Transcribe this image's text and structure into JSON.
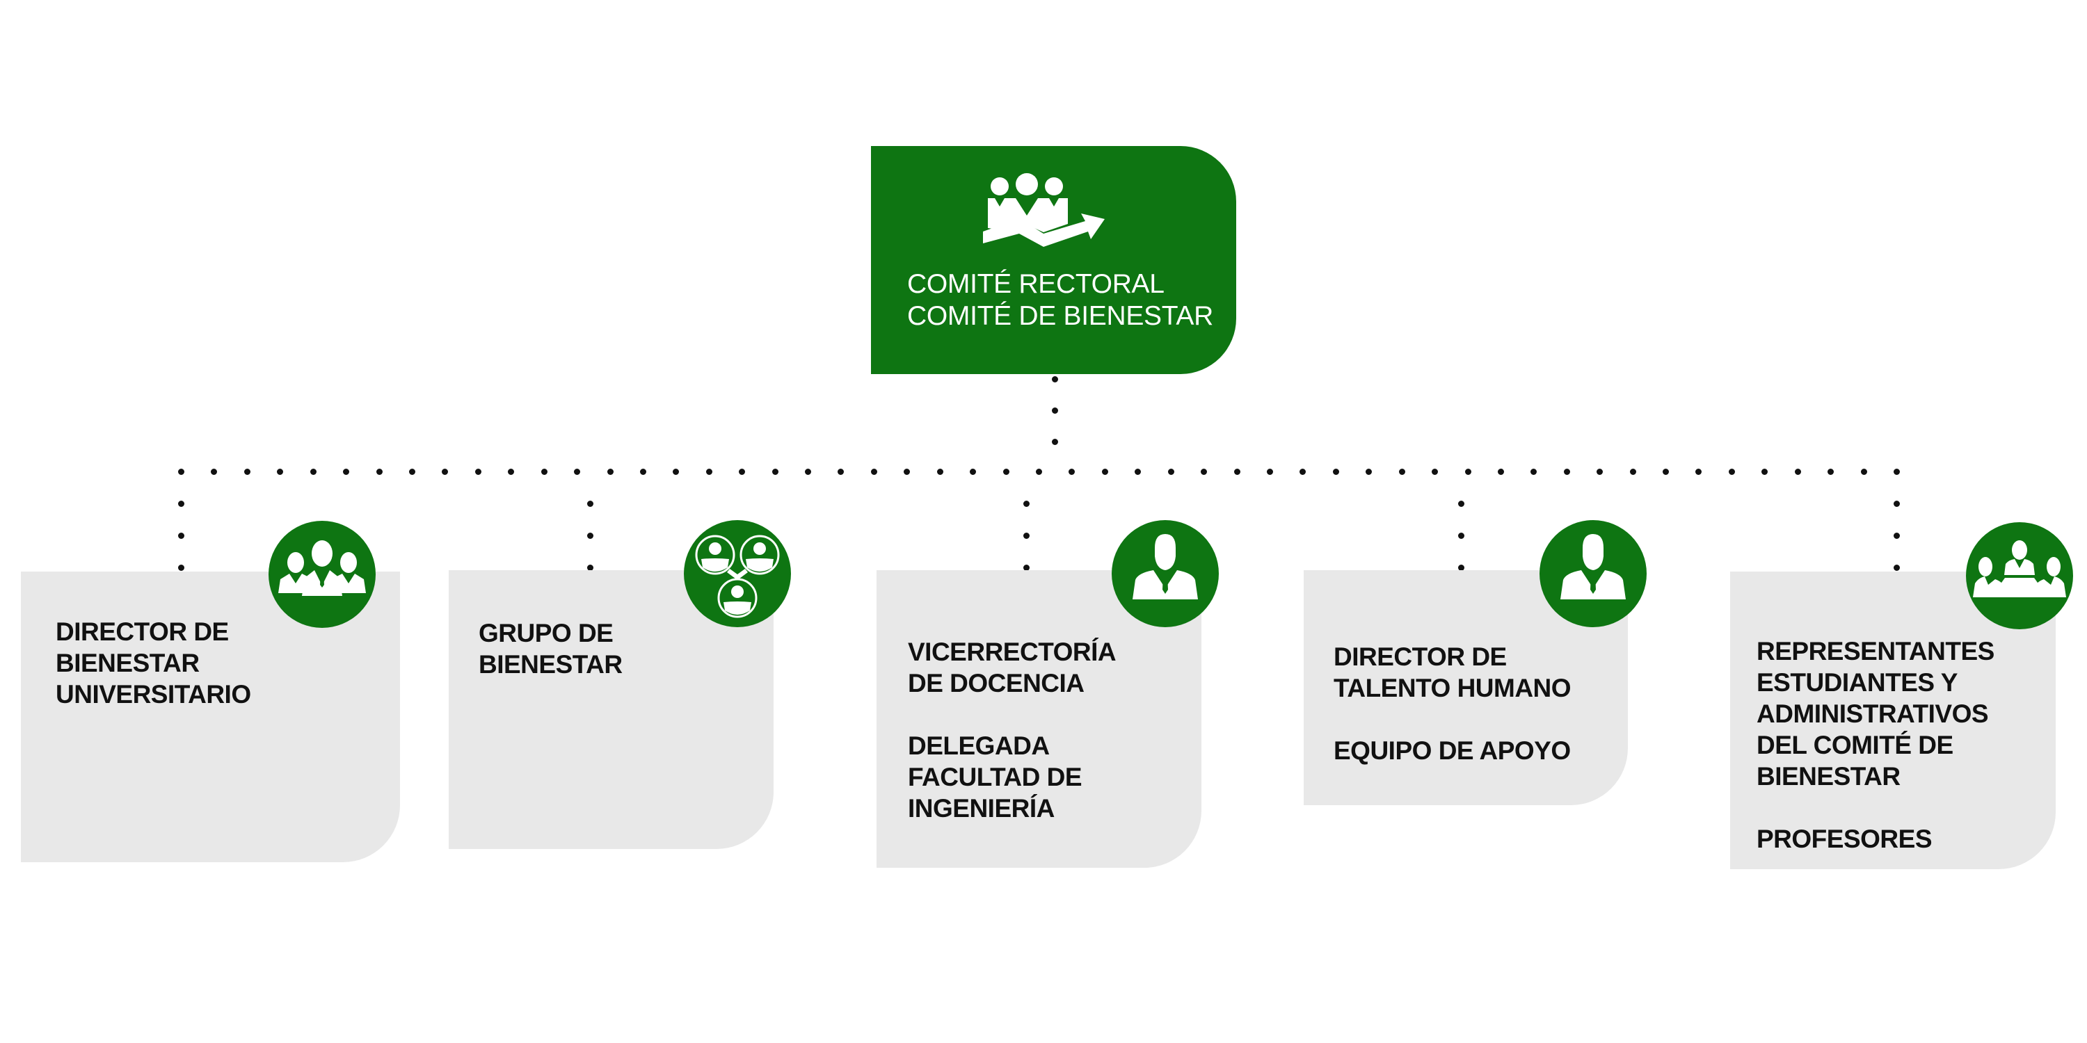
{
  "colors": {
    "brand_green": "#0e7512",
    "card_gray": "#e8e8e8",
    "text_dark": "#111111",
    "connector": "#111111"
  },
  "root": {
    "icon": "team-growth-icon",
    "lines": [
      "COMITÉ RECTORAL",
      "COMITÉ DE BIENESTAR"
    ],
    "text": "COMITÉ RECTORAL\nCOMITÉ DE BIENESTAR"
  },
  "children": [
    {
      "icon": "team-executives-icon",
      "text": "DIRECTOR DE\nBIENESTAR\nUNIVERSITARIO"
    },
    {
      "icon": "network-group-icon",
      "text": "GRUPO DE\nBIENESTAR"
    },
    {
      "icon": "executive-person-icon",
      "text": "VICERRECTORÍA\nDE DOCENCIA\n\nDELEGADA\nFACULTAD DE\nINGENIERÍA"
    },
    {
      "icon": "executive-person-icon",
      "text": "DIRECTOR DE\nTALENTO HUMANO\n\nEQUIPO DE APOYO"
    },
    {
      "icon": "meeting-table-icon",
      "text": "REPRESENTANTES\nESTUDIANTES Y\nADMINISTRATIVOS\nDEL COMITÉ DE\nBIENESTAR\n\nPROFESORES"
    }
  ]
}
